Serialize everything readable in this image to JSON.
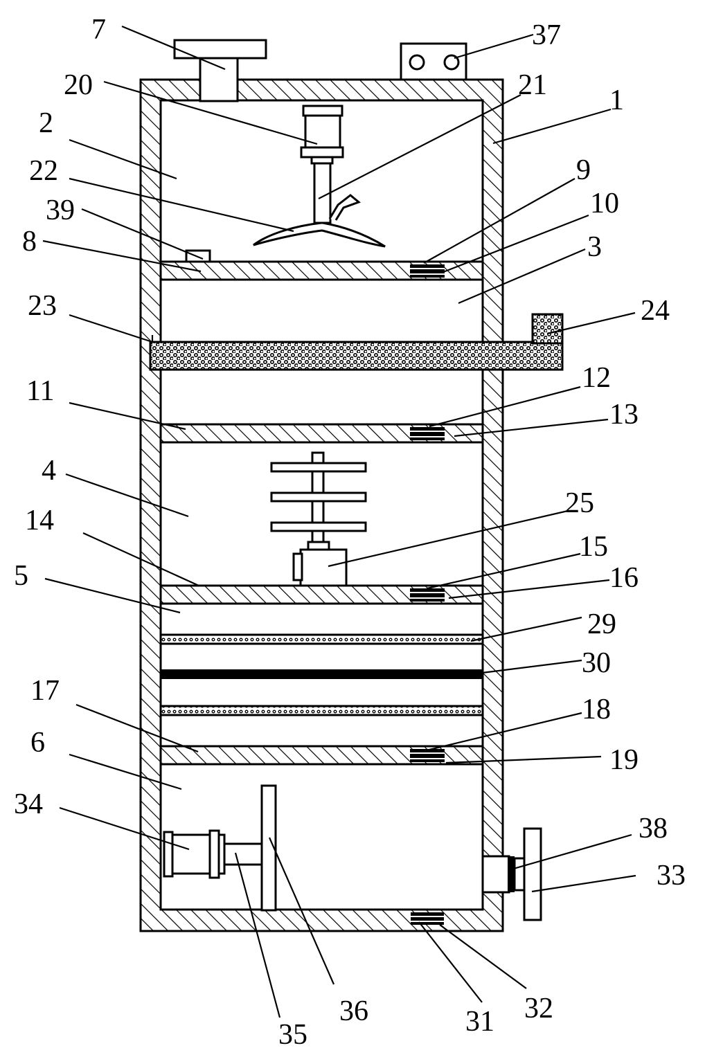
{
  "labels": {
    "l1": "1",
    "l2": "2",
    "l3": "3",
    "l4": "4",
    "l5": "5",
    "l6": "6",
    "l7": "7",
    "l8": "8",
    "l9": "9",
    "l10": "10",
    "l11": "11",
    "l12": "12",
    "l13": "13",
    "l14": "14",
    "l15": "15",
    "l16": "16",
    "l17": "17",
    "l18": "18",
    "l19": "19",
    "l20": "20",
    "l21": "21",
    "l22": "22",
    "l23": "23",
    "l24": "24",
    "l25": "25",
    "l29": "29",
    "l30": "30",
    "l31": "31",
    "l32": "32",
    "l33": "33",
    "l34": "34",
    "l35": "35",
    "l36": "36",
    "l37": "37",
    "l38": "38",
    "l39": "39"
  }
}
